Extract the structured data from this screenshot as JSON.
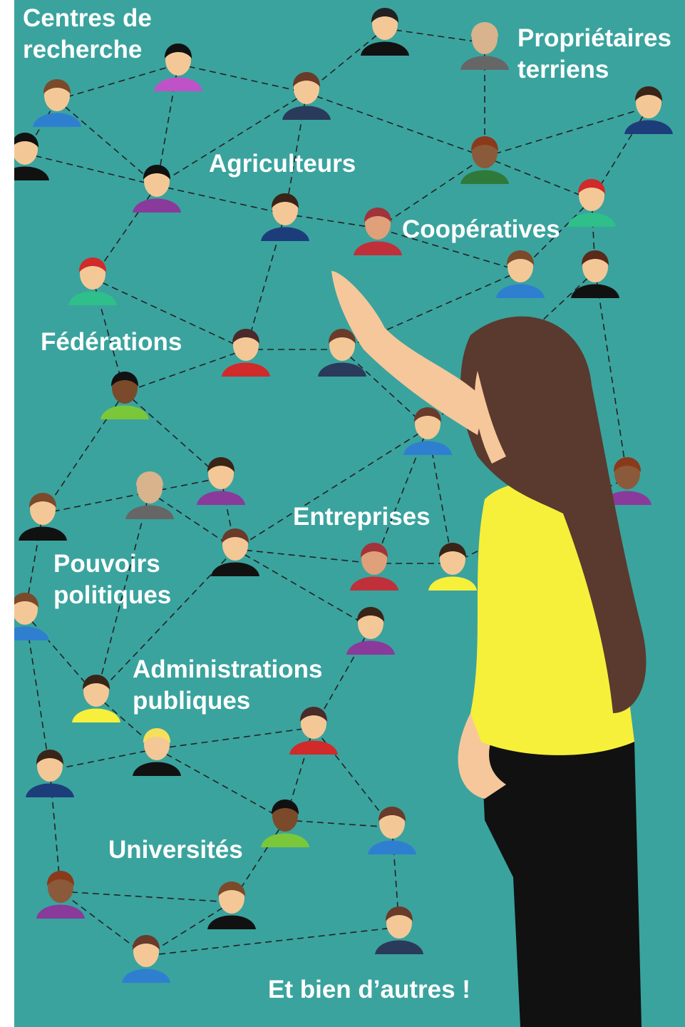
{
  "background_color": "#3aa39e",
  "labels": {
    "centres_recherche": "Centres de\nrecherche",
    "proprietaires_terriens": "Propriétaires\nterriens",
    "agriculteurs": "Agriculteurs",
    "cooperatives": "Coopératives",
    "federations": "Fédérations",
    "entreprises": "Entreprises",
    "pouvoirs_politiques": "Pouvoirs\npolitiques",
    "administrations_publiques": "Administrations\npubliques",
    "universites": "Universités",
    "et_bien_dautres": "Et bien d’autres !"
  }
}
